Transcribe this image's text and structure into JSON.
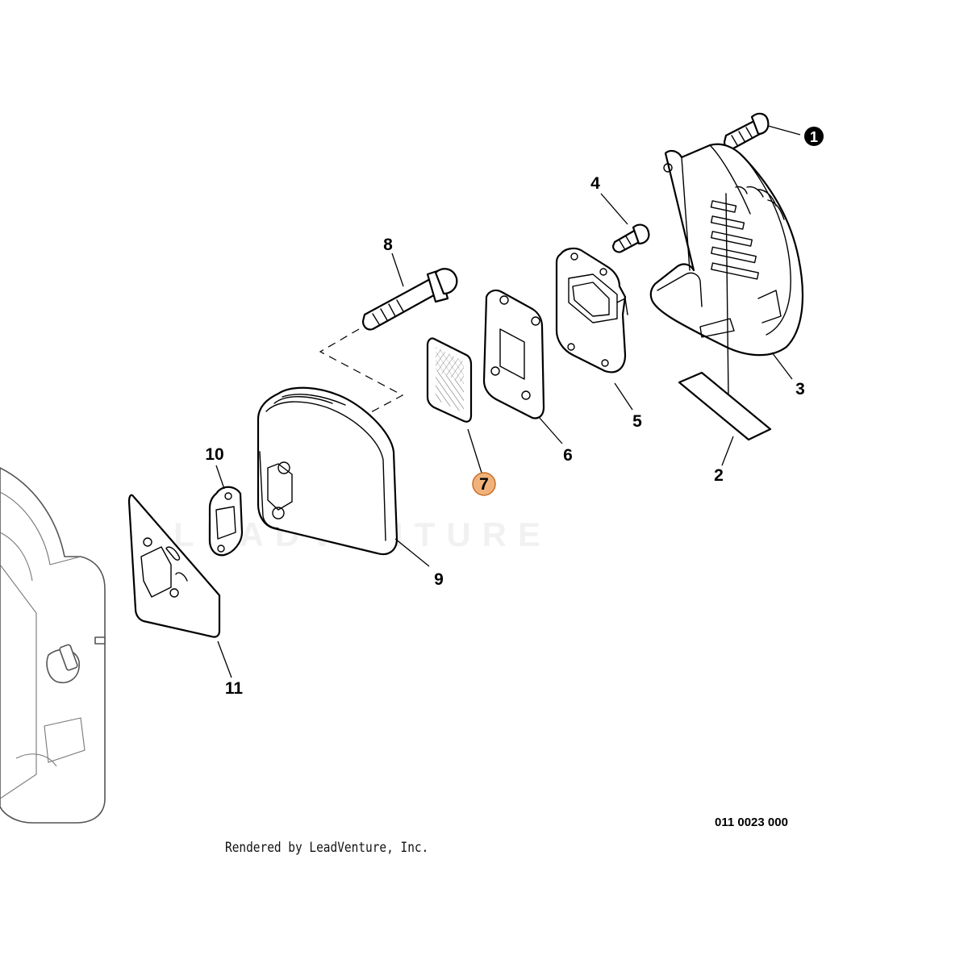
{
  "diagram": {
    "parts": [
      {
        "id": "1",
        "label": "1",
        "style": "filled-circle"
      },
      {
        "id": "2",
        "label": "2"
      },
      {
        "id": "3",
        "label": "3"
      },
      {
        "id": "4",
        "label": "4"
      },
      {
        "id": "5",
        "label": "5"
      },
      {
        "id": "6",
        "label": "6"
      },
      {
        "id": "7",
        "label": "7",
        "style": "highlighted",
        "highlight_color": "#f0b27a",
        "highlight_border": "#c8702a"
      },
      {
        "id": "8",
        "label": "8"
      },
      {
        "id": "9",
        "label": "9"
      },
      {
        "id": "10",
        "label": "10"
      },
      {
        "id": "11",
        "label": "11"
      }
    ],
    "watermark": "LEADVENTURE",
    "drawing_code": "011 0023 000",
    "credit": "Rendered by LeadVenture, Inc."
  }
}
